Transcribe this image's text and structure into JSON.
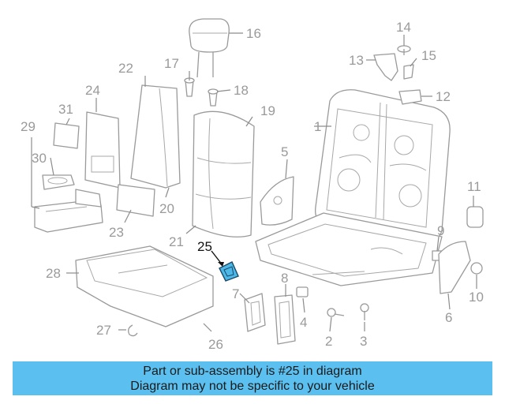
{
  "callouts": [
    "1",
    "2",
    "3",
    "4",
    "5",
    "6",
    "7",
    "8",
    "9",
    "10",
    "11",
    "12",
    "13",
    "14",
    "15",
    "16",
    "17",
    "18",
    "19",
    "20",
    "21",
    "22",
    "23",
    "24",
    "25",
    "26",
    "27",
    "28",
    "29",
    "30",
    "31"
  ],
  "highlighted_part": "25",
  "caption": {
    "line1": "Part or sub-assembly is #25 in diagram",
    "line2": "Diagram may not be specific to your vehicle"
  },
  "colors": {
    "caption_bg": "#5bc0f0",
    "highlight": "#4db8e8",
    "line_art": "#9a9a9a"
  }
}
